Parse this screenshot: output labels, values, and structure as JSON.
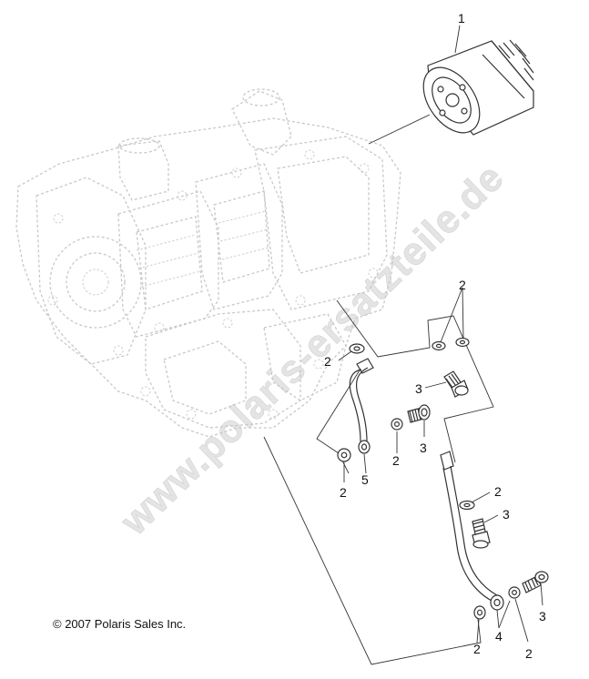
{
  "callouts": {
    "oil_filter": "1",
    "washer_top_right": "2",
    "washer_left_top": "2",
    "bolt_right": "3",
    "bolt_middle": "3",
    "washer_middle": "2",
    "washer_left_bottom": "2",
    "tube_upper": "5",
    "washer_lower_right": "2",
    "bolt_lower": "3",
    "bolt_bottom": "3",
    "tube_lower": "4",
    "washer_bottom_a": "2",
    "washer_bottom_b": "2"
  },
  "copyright": "© 2007 Polaris Sales Inc.",
  "watermark": "www.polaris-ersatzteile.de"
}
